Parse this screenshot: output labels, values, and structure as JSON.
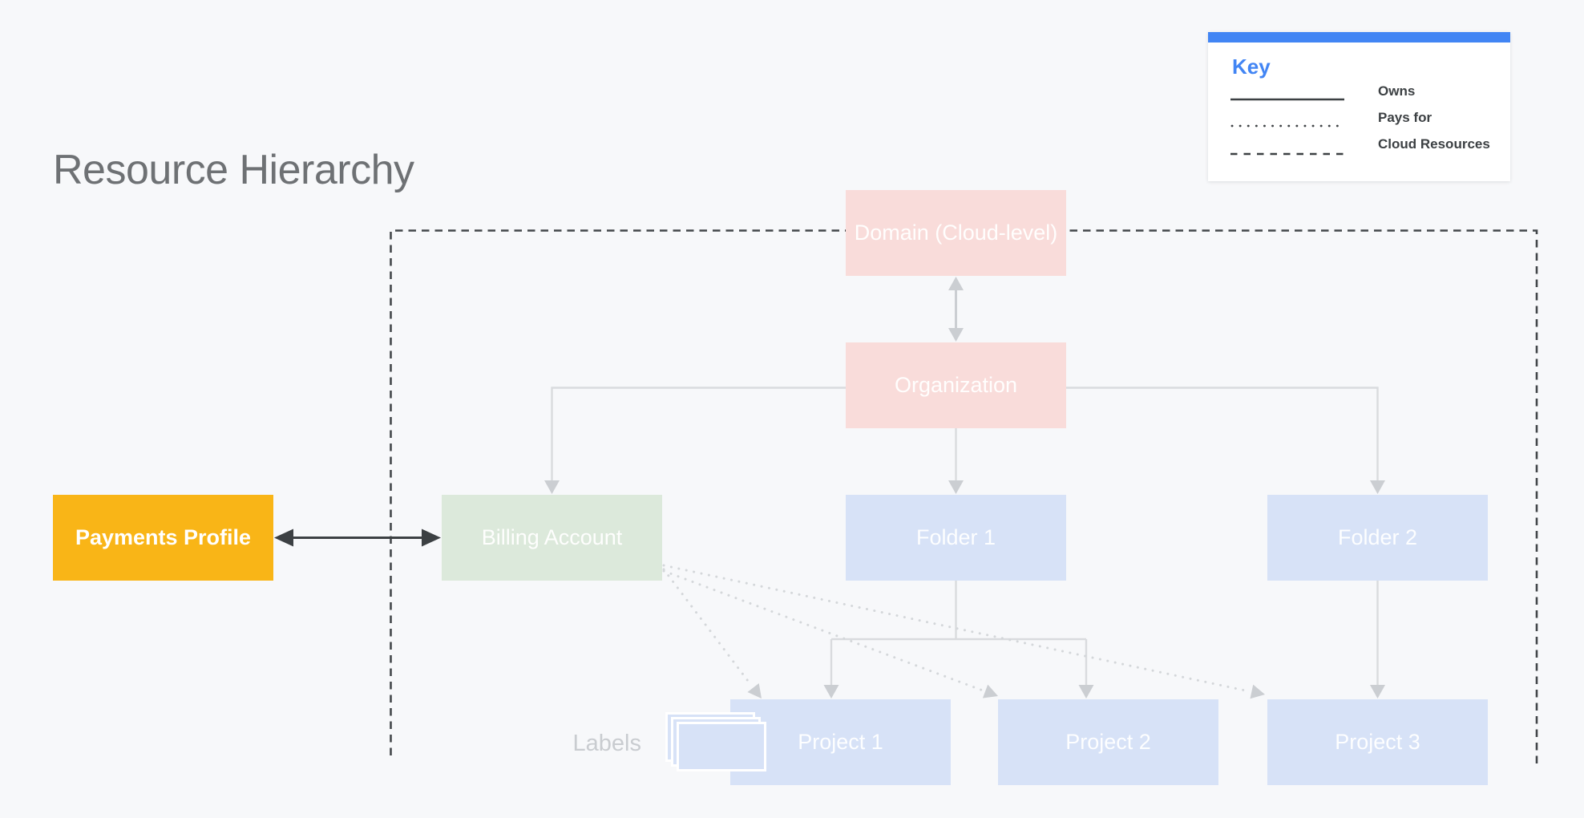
{
  "title": "Resource Hierarchy",
  "legend": {
    "heading": "Key",
    "items": [
      {
        "style": "solid",
        "label": "Owns"
      },
      {
        "style": "dotted",
        "label": "Pays for"
      },
      {
        "style": "dashed",
        "label": "Cloud Resources"
      }
    ]
  },
  "nodes": {
    "domain": "Domain (Cloud-level)",
    "organization": "Organization",
    "payments_profile": "Payments Profile",
    "billing_account": "Billing Account",
    "folder1": "Folder 1",
    "folder2": "Folder 2",
    "project1": "Project 1",
    "project2": "Project 2",
    "project3": "Project 3",
    "labels_caption": "Labels"
  },
  "colors": {
    "background": "#F7F8FA",
    "pink": "#F9DCDA",
    "green": "#DCE9DB",
    "blue": "#D7E2F7",
    "yellow": "#F9B517",
    "title": "#6E7174",
    "line_light": "#D9DBDE",
    "arrow_light": "#CBCED2",
    "dark": "#3C4043",
    "dashed": "#43474A",
    "dotted": "#D4D7DA",
    "legend_blue": "#4285F4",
    "labels_caption": "#C9CCD0",
    "white": "#FFFFFF"
  }
}
